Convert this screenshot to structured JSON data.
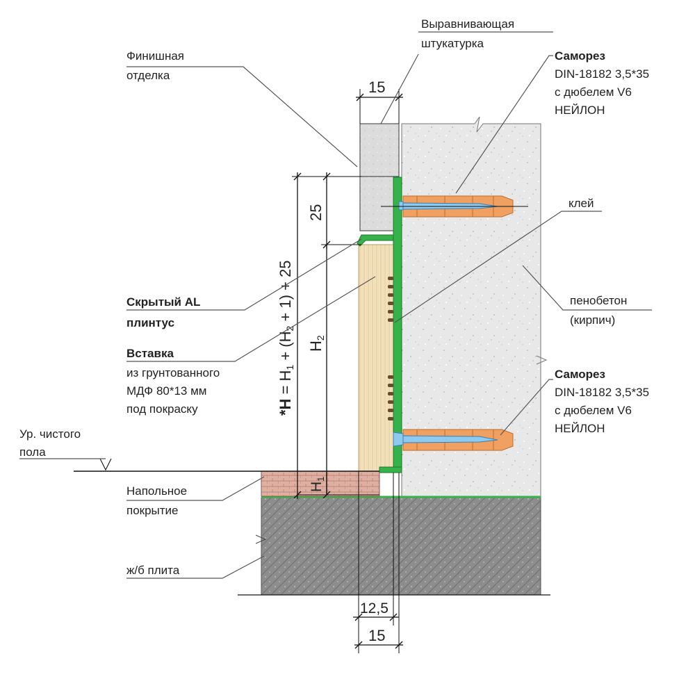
{
  "labels": {
    "leveling_plaster": [
      "Выравнивающая",
      "штукатурка"
    ],
    "finish": [
      "Финишная",
      "отделка"
    ],
    "screw_top_title": "Саморез",
    "screw_top_spec": [
      "DIN-18182 3,5*35",
      "с дюбелем V6",
      "НЕЙЛОН"
    ],
    "glue": "клей",
    "foam_concrete": [
      "пенобетон",
      "(кирпич)"
    ],
    "hidden_plinth_title": "Скрытый AL",
    "hidden_plinth_sub": "плинтус",
    "insert_title": "Вставка",
    "insert_spec": [
      "из грунтованного",
      "МДФ 80*13 мм",
      "под покраску"
    ],
    "screw_bottom_title": "Саморез",
    "screw_bottom_spec": [
      "DIN-18182 3,5*35",
      "с дюбелем V6",
      "НЕЙЛОН"
    ],
    "floor_level": [
      "Ур. чистого",
      "пола"
    ],
    "floor_covering": [
      "Напольное",
      "покрытие"
    ],
    "slab": "ж/б плита"
  },
  "dimensions": {
    "top_width": "15",
    "top_height": "25",
    "h2": "H",
    "h2_sub": "2",
    "h1": "H",
    "h1_sub": "1",
    "bottom_offset": "12,5",
    "bottom_width": "15"
  },
  "formula": {
    "star_h": "*H",
    "eq": " = H",
    "sub1": "1",
    "plus_open": " + (H",
    "sub2": "2",
    "rest": " + 1) + 25"
  },
  "colors": {
    "concrete": "#e9e9e9",
    "slab": "#8a8a8a",
    "mdf": "#f3e2bd",
    "green_profile": "#35b24a",
    "floor": "#d8a598",
    "dowel": "#f0a060",
    "screw": "#8ec9f0"
  }
}
